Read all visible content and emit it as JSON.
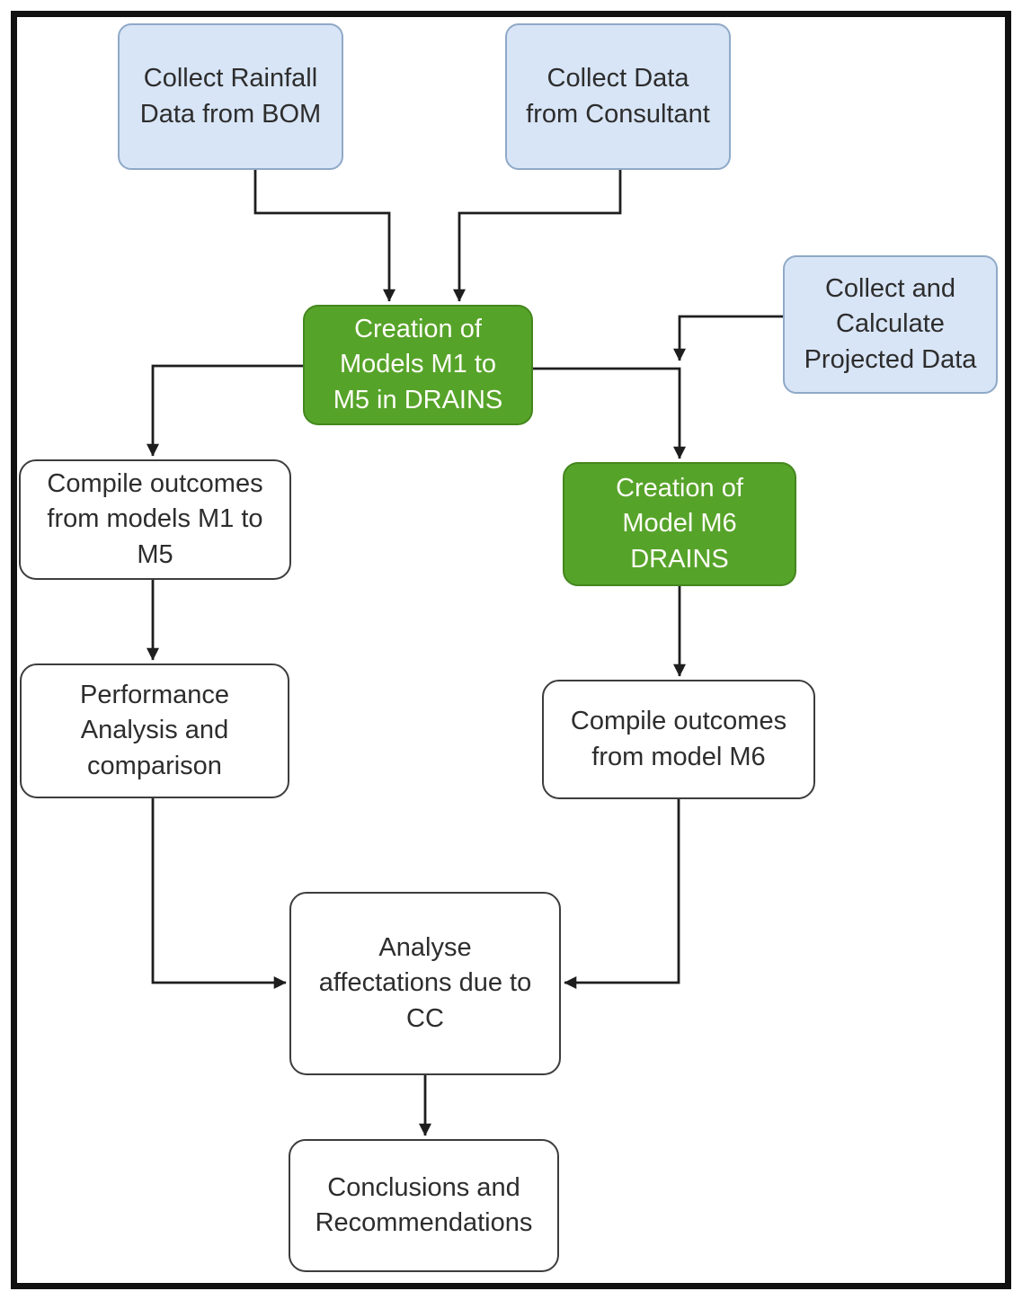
{
  "nodes": {
    "collect_rainfall": {
      "label": "Collect Rainfall\nData from BOM",
      "type": "input"
    },
    "collect_consultant": {
      "label": "Collect Data\nfrom Consultant",
      "type": "input"
    },
    "creation_m1_m5": {
      "label": "Creation of\nModels M1 to\nM5 in DRAINS",
      "type": "process-highlight"
    },
    "collect_projected": {
      "label": "Collect and\nCalculate\nProjected Data",
      "type": "input"
    },
    "creation_m6": {
      "label": "Creation of\nModel M6\nDRAINS",
      "type": "process-highlight"
    },
    "compile_m1_m5": {
      "label": "Compile outcomes\nfrom models M1 to\nM5",
      "type": "process"
    },
    "performance": {
      "label": "Performance\nAnalysis and\ncomparison",
      "type": "process"
    },
    "compile_m6": {
      "label": "Compile outcomes\nfrom model M6",
      "type": "process"
    },
    "analyse_cc": {
      "label": "Analyse\naffectations due to\nCC",
      "type": "process"
    },
    "conclusions": {
      "label": "Conclusions and\nRecommendations",
      "type": "process"
    }
  },
  "edges": [
    {
      "from": "collect_rainfall",
      "to": "creation_m1_m5"
    },
    {
      "from": "collect_consultant",
      "to": "creation_m1_m5"
    },
    {
      "from": "creation_m1_m5",
      "to": "compile_m1_m5"
    },
    {
      "from": "creation_m1_m5",
      "to": "creation_m6"
    },
    {
      "from": "collect_projected",
      "to": "creation_m6"
    },
    {
      "from": "compile_m1_m5",
      "to": "performance"
    },
    {
      "from": "creation_m6",
      "to": "compile_m6"
    },
    {
      "from": "performance",
      "to": "analyse_cc"
    },
    {
      "from": "compile_m6",
      "to": "analyse_cc"
    },
    {
      "from": "analyse_cc",
      "to": "conclusions"
    }
  ],
  "colors": {
    "background": "#ffffff",
    "frame": "#111111",
    "line": "#1e1e1e",
    "blue_fill": "#d8e5f6",
    "blue_border": "#8fa9c7",
    "green_fill": "#56a32a",
    "green_border": "#44871d",
    "box_border": "#3d3d3d",
    "text_dark": "#2d2d2d",
    "text_light": "#fdfdf6"
  }
}
